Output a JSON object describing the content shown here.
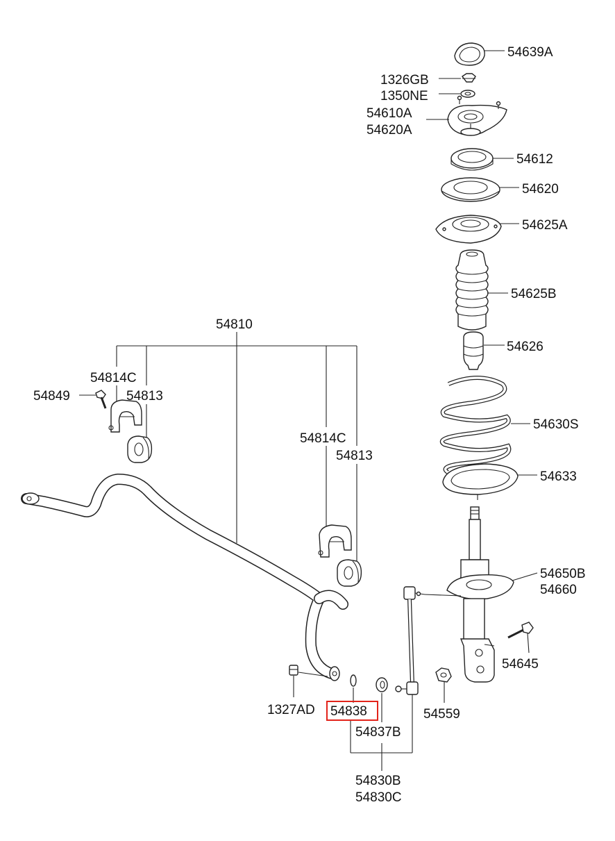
{
  "labels": {
    "p54639A": "54639A",
    "p1326GB": "1326GB",
    "p1350NE": "1350NE",
    "p54610A": "54610A",
    "p54620A": "54620A",
    "p54612": "54612",
    "p54620": "54620",
    "p54625A": "54625A",
    "p54625B": "54625B",
    "p54626": "54626",
    "p54630S": "54630S",
    "p54633": "54633",
    "p54650B": "54650B",
    "p54660": "54660",
    "p54645": "54645",
    "p54559": "54559",
    "p54810": "54810",
    "p54814C_left": "54814C",
    "p54813_left": "54813",
    "p54849": "54849",
    "p54814C_right": "54814C",
    "p54813_right": "54813",
    "p1327AD": "1327AD",
    "p54838": "54838",
    "p54837B": "54837B",
    "p54830B": "54830B",
    "p54830C": "54830C"
  },
  "highlight": {
    "part": "54838",
    "color": "#e2231a"
  }
}
